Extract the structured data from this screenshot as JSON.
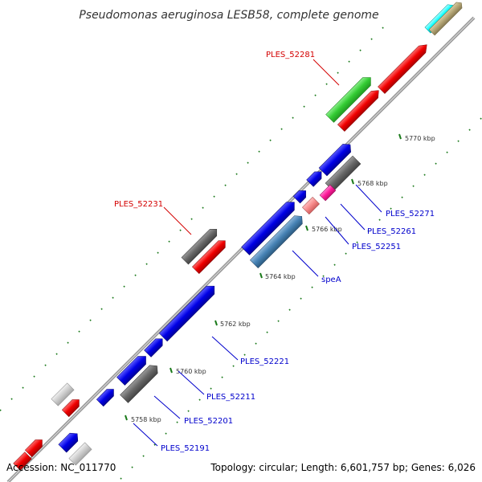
{
  "title": "Pseudomonas aeruginosa LESB58, complete genome",
  "accession": "Accession: NC_011770",
  "summary": "Topology: circular; Length: 6,601,757 bp; Genes: 6,026",
  "colors": {
    "backbone": "#999999",
    "tick_major": "#1a7a1a",
    "label_red": "#d40000",
    "label_blue": "#0000cc",
    "blue": "#0000e6",
    "steel": "#4682b4",
    "gray": "#666666",
    "red": "#f00000",
    "green": "#33cc33",
    "pink": "#f78a8a",
    "magenta": "#ff1a9a",
    "lightgray": "#cccccc",
    "cyan": "#00ffff",
    "khaki": "#b3a474"
  },
  "scale_labels": [
    "5758 kbp",
    "5760 kbp",
    "5762 kbp",
    "5764 kbp",
    "5766 kbp",
    "5768 kbp",
    "5770 kbp"
  ],
  "gene_labels": {
    "red": [
      "PLES_52281",
      "PLES_52231"
    ],
    "blue": [
      "PLES_52271",
      "PLES_52261",
      "PLES_52251",
      "speA",
      "PLES_52221",
      "PLES_52211",
      "PLES_52201",
      "PLES_52191"
    ]
  }
}
